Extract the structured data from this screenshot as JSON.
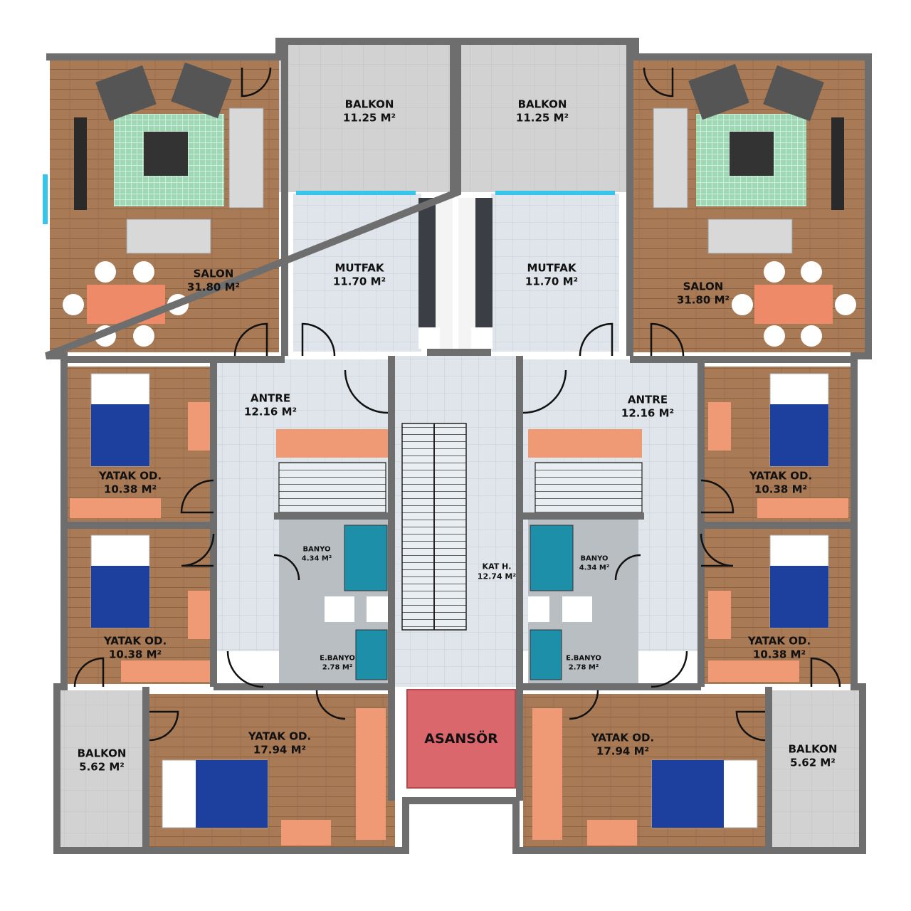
{
  "rooms": {
    "balkon_top_left": {
      "name": "BALKON",
      "area": "11.25 M²"
    },
    "balkon_top_right": {
      "name": "BALKON",
      "area": "11.25 M²"
    },
    "salon_left": {
      "name": "SALON",
      "area": "31.80 M²"
    },
    "salon_right": {
      "name": "SALON",
      "area": "31.80 M²"
    },
    "mutfak_left": {
      "name": "MUTFAK",
      "area": "11.70 M²"
    },
    "mutfak_right": {
      "name": "MUTFAK",
      "area": "11.70 M²"
    },
    "antre_left": {
      "name": "ANTRE",
      "area": "12.16 M²"
    },
    "antre_right": {
      "name": "ANTRE",
      "area": "12.16 M²"
    },
    "yatak_left_1": {
      "name": "YATAK OD.",
      "area": "10.38 M²"
    },
    "yatak_left_2": {
      "name": "YATAK OD.",
      "area": "10.38 M²"
    },
    "yatak_right_1": {
      "name": "YATAK OD.",
      "area": "10.38 M²"
    },
    "yatak_right_2": {
      "name": "YATAK OD.",
      "area": "10.38 M²"
    },
    "banyo_left": {
      "name": "BANYO",
      "area": "4.34 M²"
    },
    "banyo_right": {
      "name": "BANYO",
      "area": "4.34 M²"
    },
    "ebanyo_left": {
      "name": "E.BANYO",
      "area": "2.78 M²"
    },
    "ebanyo_right": {
      "name": "E.BANYO",
      "area": "2.78 M²"
    },
    "kat_hol": {
      "name": "KAT H.",
      "area": "12.74 M²"
    },
    "master_left": {
      "name": "YATAK OD.",
      "area": "17.94 M²"
    },
    "master_right": {
      "name": "YATAK OD.",
      "area": "17.94 M²"
    },
    "balkon_bottom_left": {
      "name": "BALKON",
      "area": "5.62 M²"
    },
    "balkon_bottom_right": {
      "name": "BALKON",
      "area": "5.62 M²"
    }
  },
  "elevator": {
    "label": "ASANSÖR"
  },
  "colors": {
    "wall": "#6e6e6e",
    "wood_floor": "#a87a55",
    "tile_floor": "#dde3e8",
    "balcony_floor": "#cfcfcf",
    "window": "#36c6ea",
    "rug": "#8fd1a8",
    "bedspread": "#1d3f9e",
    "dining_table": "#ee8a67",
    "elevator": "#d9676b"
  }
}
